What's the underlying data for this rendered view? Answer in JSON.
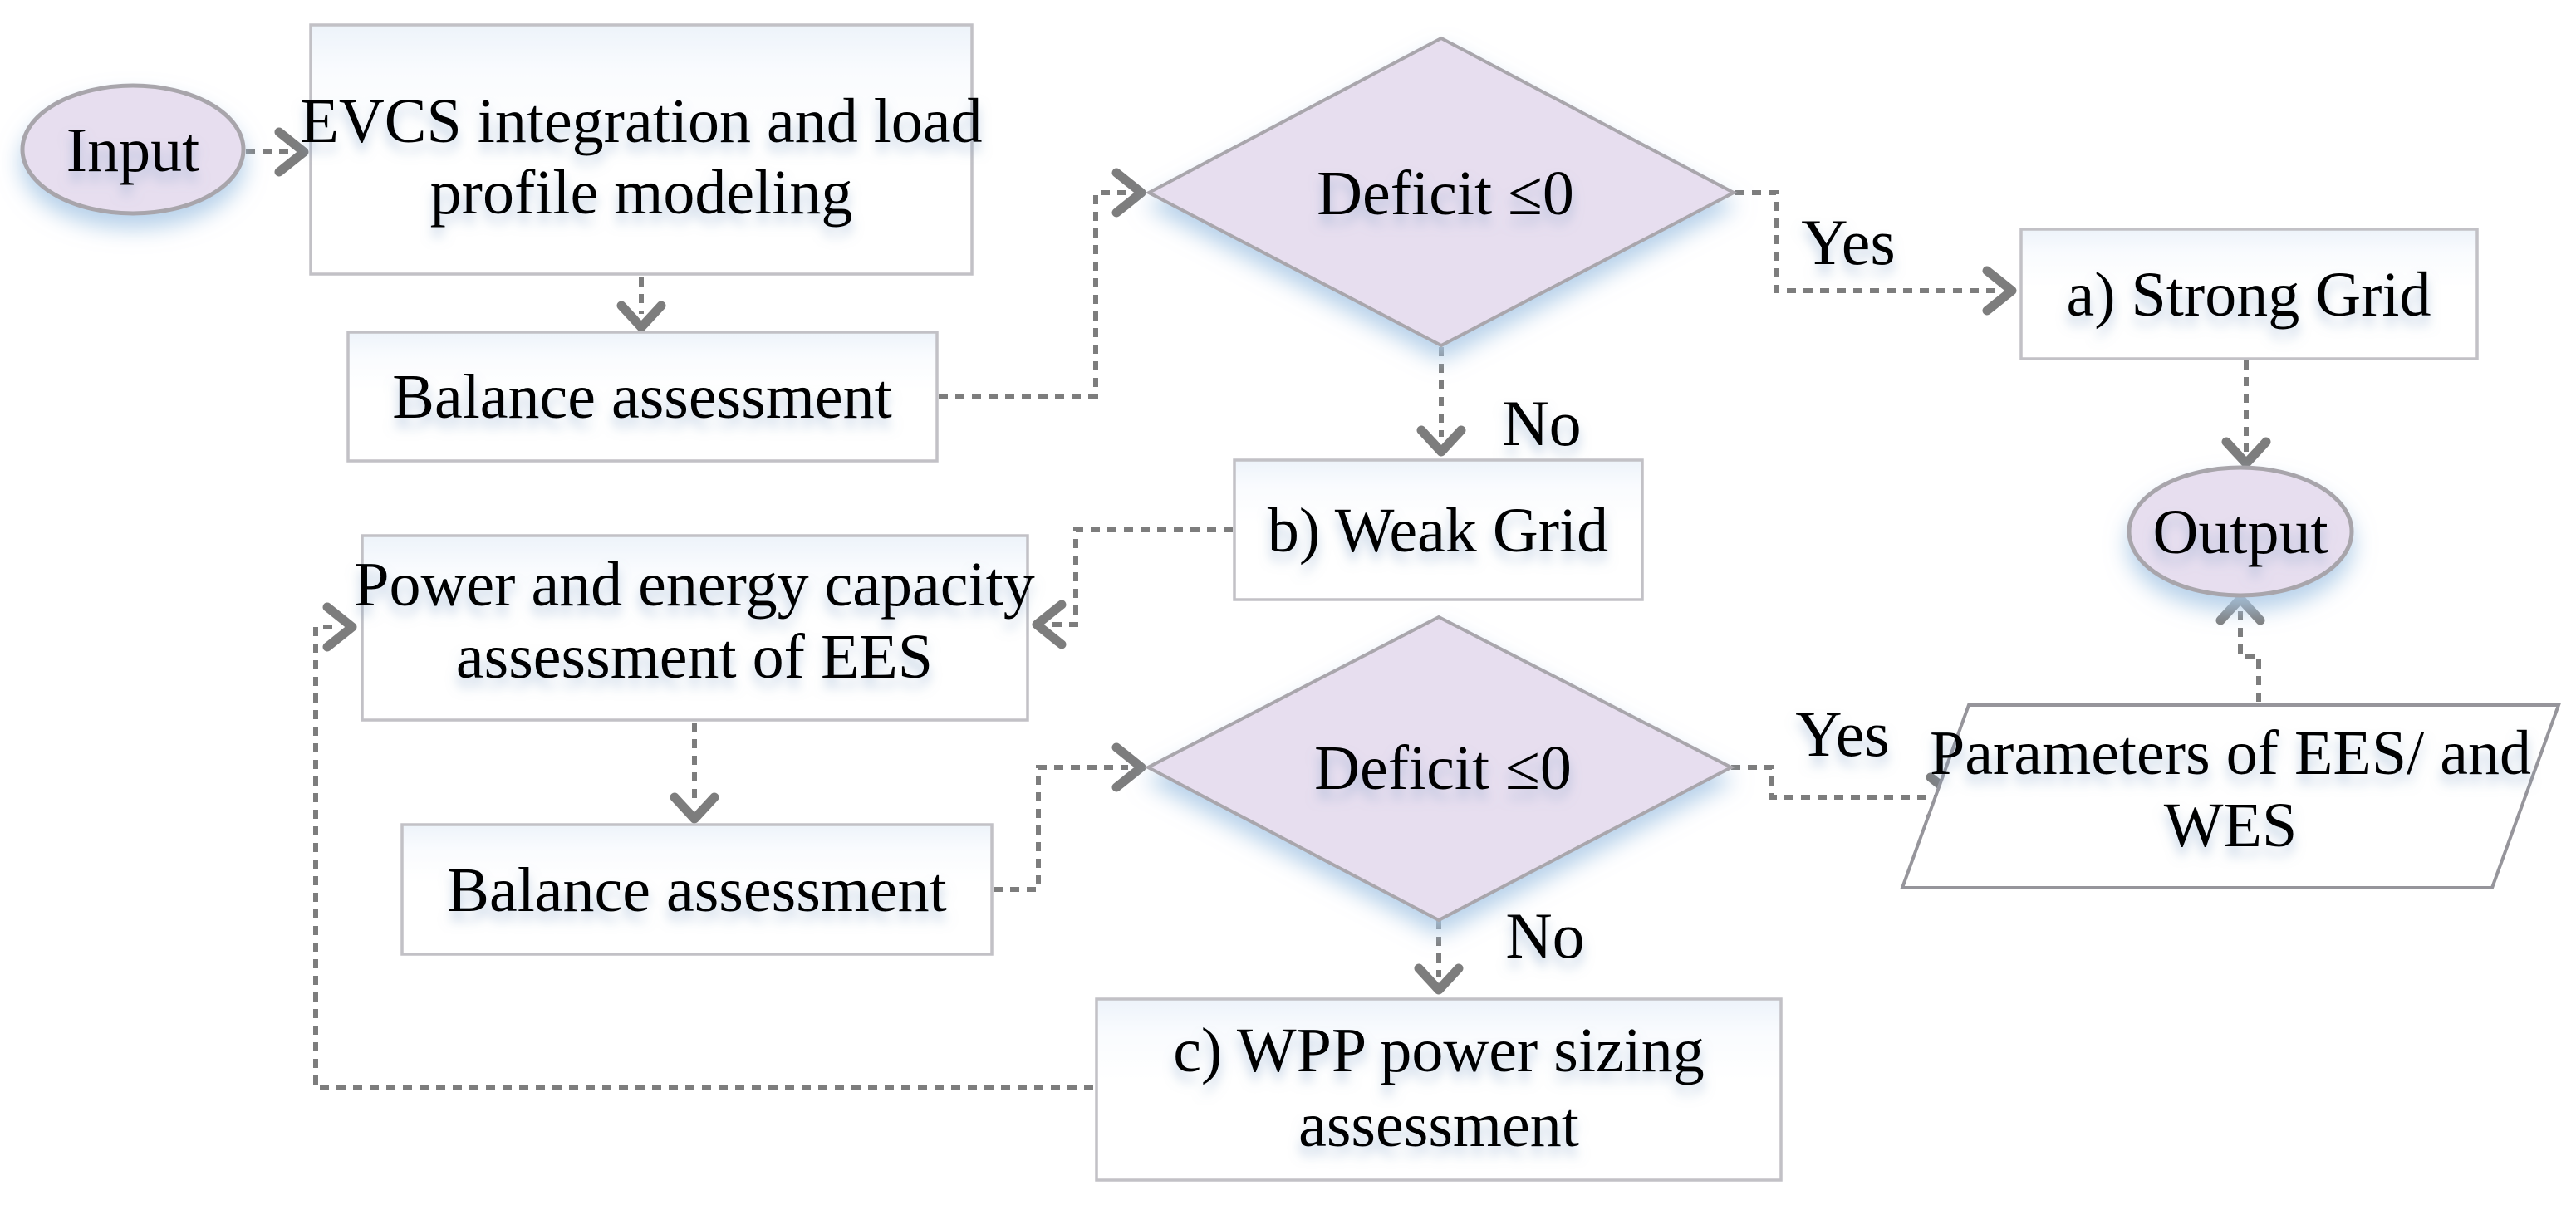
{
  "diagram": {
    "title": "EVCS planning flowchart",
    "nodes": {
      "input": {
        "label": "Input"
      },
      "evcs": {
        "line1": "EVCS integration and load",
        "line2": "profile modeling"
      },
      "balance1": {
        "label": "Balance assessment"
      },
      "decision1": {
        "label": "Deficit ≤0"
      },
      "strong_grid": {
        "label": "a) Strong Grid"
      },
      "output": {
        "label": "Output"
      },
      "weak_grid": {
        "label": "b) Weak Grid"
      },
      "ees_capacity": {
        "line1": "Power and energy capacity",
        "line2": "assessment of EES"
      },
      "balance2": {
        "label": "Balance assessment"
      },
      "decision2": {
        "label": "Deficit ≤0"
      },
      "parameters": {
        "line1": "Parameters of EES/ and",
        "line2": "WES"
      },
      "wpp": {
        "line1": "c) WPP power sizing",
        "line2": "assessment"
      }
    },
    "edge_labels": {
      "yes1": "Yes",
      "no1": "No",
      "yes2": "Yes",
      "no2": "No"
    },
    "colors": {
      "terminal_fill": "#e7deef",
      "terminal_stroke": "#a8a5ab",
      "decision_fill": "#e7deef",
      "decision_stroke": "#a9a6ac",
      "box_stroke": "#c2c1c6",
      "parallelogram_stroke": "#96959b",
      "arrow": "#7d7d7d",
      "text": "#000000",
      "glow": "#aac9e6"
    }
  }
}
